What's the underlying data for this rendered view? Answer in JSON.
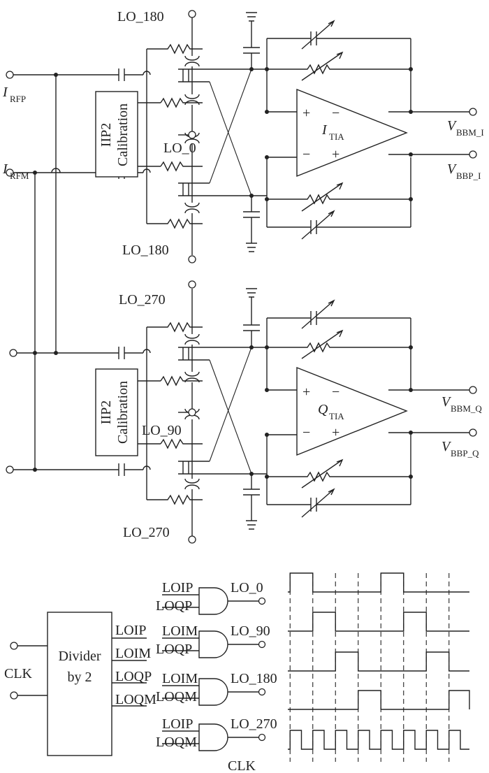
{
  "upper": {
    "lo_top": "LO_180",
    "lo_mid": "LO_0",
    "lo_bot": "LO_180",
    "in_p_main": "I",
    "in_p_sub": "RFP",
    "in_m_main": "I",
    "in_m_sub": "RFM",
    "cal_line1": "IIP2",
    "cal_line2": "Calibration",
    "amp_main": "I",
    "amp_sub": "TIA",
    "out_m_main": "V",
    "out_m_sub": "BBM_I",
    "out_p_main": "V",
    "out_p_sub": "BBP_I"
  },
  "lower": {
    "lo_top": "LO_270",
    "lo_mid": "LO_90",
    "lo_bot": "LO_270",
    "cal_line1": "IIP2",
    "cal_line2": "Calibration",
    "amp_main": "Q",
    "amp_sub": "TIA",
    "out_m_main": "V",
    "out_m_sub": "BBM_Q",
    "out_p_main": "V",
    "out_p_sub": "BBP_Q"
  },
  "opamp_signs": {
    "plus": "+",
    "minus": "−"
  },
  "divider": {
    "line1": "Divider",
    "line2": "by 2",
    "clk": "CLK",
    "outputs": [
      "LOIP",
      "LOIM",
      "LOQP",
      "LOQM"
    ]
  },
  "gates": [
    {
      "in1": "LOIP",
      "in2": "LOQP",
      "out": "LO_0"
    },
    {
      "in1": "LOIM",
      "in2": "LOQP",
      "out": "LO_90"
    },
    {
      "in1": "LOIM",
      "in2": "LOQM",
      "out": "LO_180"
    },
    {
      "in1": "LOIP",
      "in2": "LOQM",
      "out": "LO_270"
    }
  ],
  "timing_clk": "CLK",
  "timing": {
    "signals": [
      "LO_0",
      "LO_90",
      "LO_180",
      "LO_270",
      "CLK"
    ],
    "clk_period": 1,
    "cycles": 8,
    "lo_period": 4,
    "lo_pulse_width": 1,
    "lo_phase_offsets": [
      0,
      1,
      2,
      3
    ]
  }
}
